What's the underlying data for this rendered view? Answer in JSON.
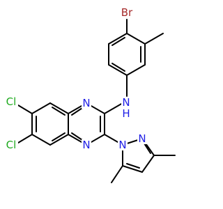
{
  "structure": {
    "atoms": {
      "Br": {
        "label": "Br",
        "color": "#A52A2A"
      },
      "Cl_top": {
        "label": "Cl",
        "color": "#1FAA1F"
      },
      "Cl_bottom": {
        "label": "Cl",
        "color": "#1FAA1F"
      },
      "NH": {
        "label": "N",
        "sub": "H",
        "color": "#1E1EE6"
      },
      "N_ring_top": {
        "label": "N",
        "color": "#1E1EE6"
      },
      "N_ring_bottom": {
        "label": "N",
        "color": "#1E1EE6"
      },
      "N_pyrazole_1": {
        "label": "N",
        "color": "#1E1EE6"
      },
      "N_pyrazole_2": {
        "label": "N",
        "color": "#1E1EE6"
      }
    }
  }
}
